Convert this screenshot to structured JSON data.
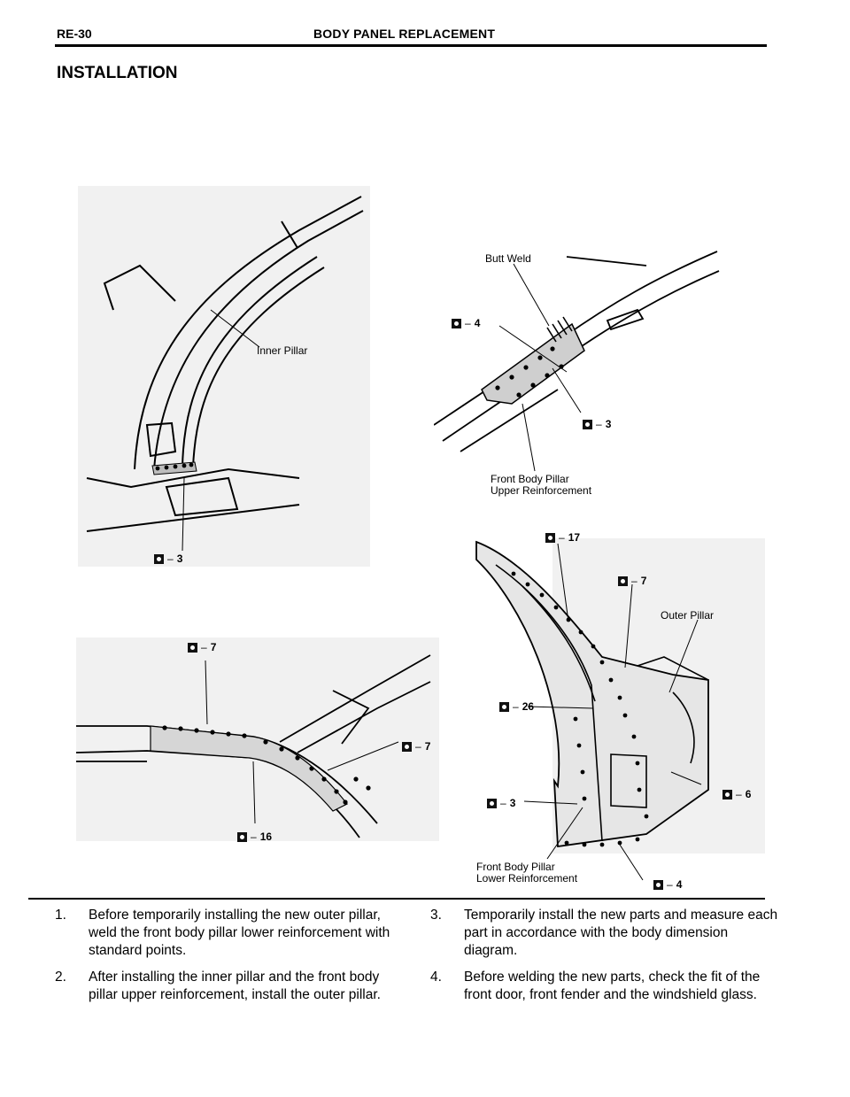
{
  "header": {
    "page_number": "RE-30",
    "title": "BODY PANEL REPLACEMENT"
  },
  "section_title": "INSTALLATION",
  "figures": {
    "inner_pillar": {
      "label": "Inner Pillar",
      "weld_code": "3"
    },
    "upper_reinforcement": {
      "label_butt_weld": "Butt Weld",
      "label_part_line1": "Front Body Pillar",
      "label_part_line2": "Upper Reinforcement",
      "weld_code_a": "4",
      "weld_code_b": "3"
    },
    "roof_rail": {
      "weld_code_top": "7",
      "weld_code_right": "7",
      "weld_code_bottom": "16"
    },
    "outer_pillar": {
      "label": "Outer Pillar",
      "label_part_line1": "Front Body Pillar",
      "label_part_line2": "Lower Reinforcement",
      "weld_code_17": "17",
      "weld_code_7": "7",
      "weld_code_26": "26",
      "weld_code_3": "3",
      "weld_code_6": "6",
      "weld_code_4": "4"
    }
  },
  "steps_left": [
    {
      "num": "1.",
      "text": "Before temporarily installing the new outer pillar, weld the front body pillar lower reinforcement with standard points."
    },
    {
      "num": "2.",
      "text": "After installing the inner pillar and the front body pillar upper reinforcement, install the outer pillar."
    }
  ],
  "steps_right": [
    {
      "num": "3.",
      "text": "Temporarily install the new parts and measure each part in accordance with the body dimension diagram."
    },
    {
      "num": "4.",
      "text": "Before welding the new parts, check the fit of the front door, front fender and the windshield glass."
    }
  ]
}
